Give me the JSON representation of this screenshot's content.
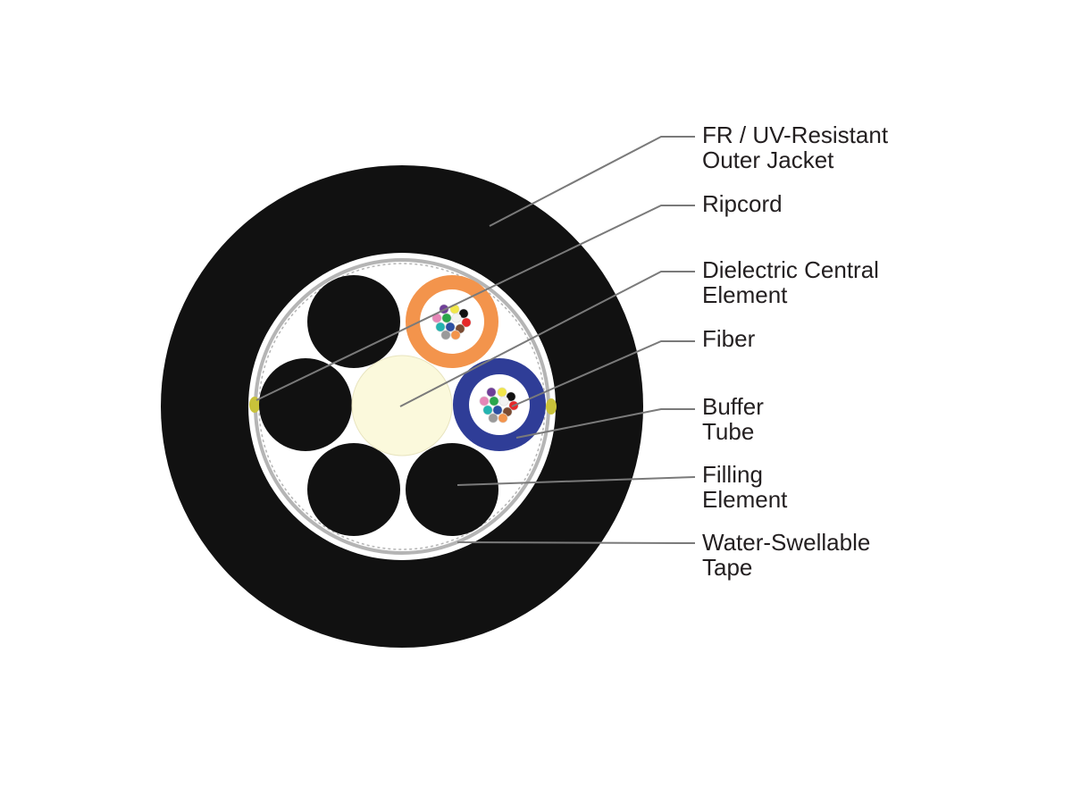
{
  "labels": [
    {
      "id": "outer-jacket",
      "lines": [
        "FR / UV-Resistant",
        "Outer Jacket"
      ]
    },
    {
      "id": "ripcord",
      "lines": [
        "Ripcord"
      ]
    },
    {
      "id": "central-element",
      "lines": [
        "Dielectric Central",
        "Element"
      ]
    },
    {
      "id": "fiber",
      "lines": [
        "Fiber"
      ]
    },
    {
      "id": "buffer-tube",
      "lines": [
        "Buffer",
        "Tube"
      ]
    },
    {
      "id": "filling-element",
      "lines": [
        "Filling",
        "Element"
      ]
    },
    {
      "id": "water-tape",
      "lines": [
        "Water-Swellable",
        "Tape"
      ]
    }
  ],
  "colors": {
    "jacket": "#111111",
    "inner_fill": "#ffffff",
    "tape": "#b5b5b5",
    "filler": "#111111",
    "central": "#fbf9dc",
    "buffer_orange": "#f3944c",
    "buffer_blue": "#2f3d97",
    "leader_line": "#7a7a7a",
    "ripcord": "#c9c23a",
    "fiber_colors": [
      "#6f3f98",
      "#f1e64a",
      "#111111",
      "#e686b7",
      "#2aa64a",
      "#f2f2f2",
      "#e62829",
      "#24b4b0",
      "#2c4fa3",
      "#7b4b32",
      "#9a9a9a",
      "#f3944c"
    ]
  }
}
